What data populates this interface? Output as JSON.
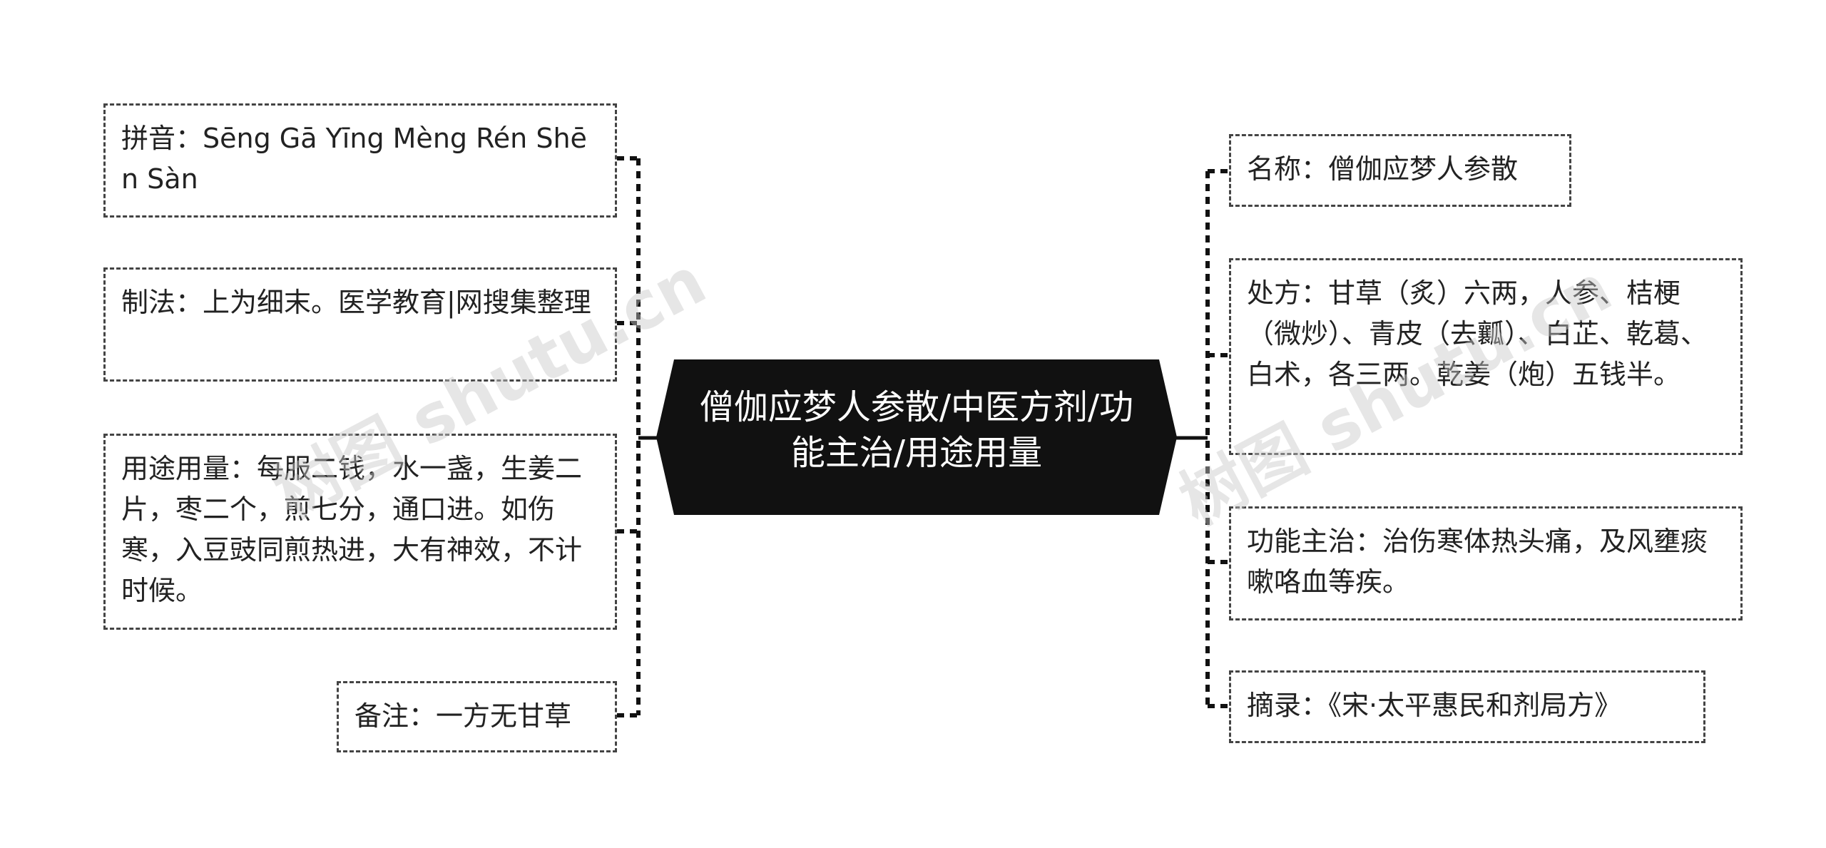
{
  "center": {
    "title": "僧伽应梦人参散/中医方剂/功能主治/用途用量"
  },
  "left_nodes": [
    {
      "id": "pinyin",
      "text": "拼音：Sēng Gā Yīng Mèng Rén Shēn Sàn"
    },
    {
      "id": "zhifa",
      "text": "制法：上为细末。医学教育|网搜集整理"
    },
    {
      "id": "yongtu",
      "text": "用途用量：每服二钱，水一盏，生姜二片，枣二个，煎七分，通口进。如伤寒，入豆豉同煎热进，大有神效，不计时候。"
    },
    {
      "id": "beizhu",
      "text": "备注：一方无甘草"
    }
  ],
  "right_nodes": [
    {
      "id": "mingcheng",
      "text": "名称：僧伽应梦人参散"
    },
    {
      "id": "chufang",
      "text": "处方：甘草（炙）六两，人参、桔梗（微炒）、青皮（去瓤）、白芷、乾葛、白术，各三两。乾姜（炮）五钱半。"
    },
    {
      "id": "gongneng",
      "text": "功能主治：治伤寒体热头痛，及风壅痰嗽咯血等疾。"
    },
    {
      "id": "zhailu",
      "text": "摘录：《宋·太平惠民和剂局方》"
    }
  ],
  "watermarks": [
    "树图 shutu.cn",
    "树图 shutu.cn"
  ],
  "colors": {
    "center_fill": "#111111",
    "connector": "#111111",
    "leaf_border": "#444444"
  }
}
